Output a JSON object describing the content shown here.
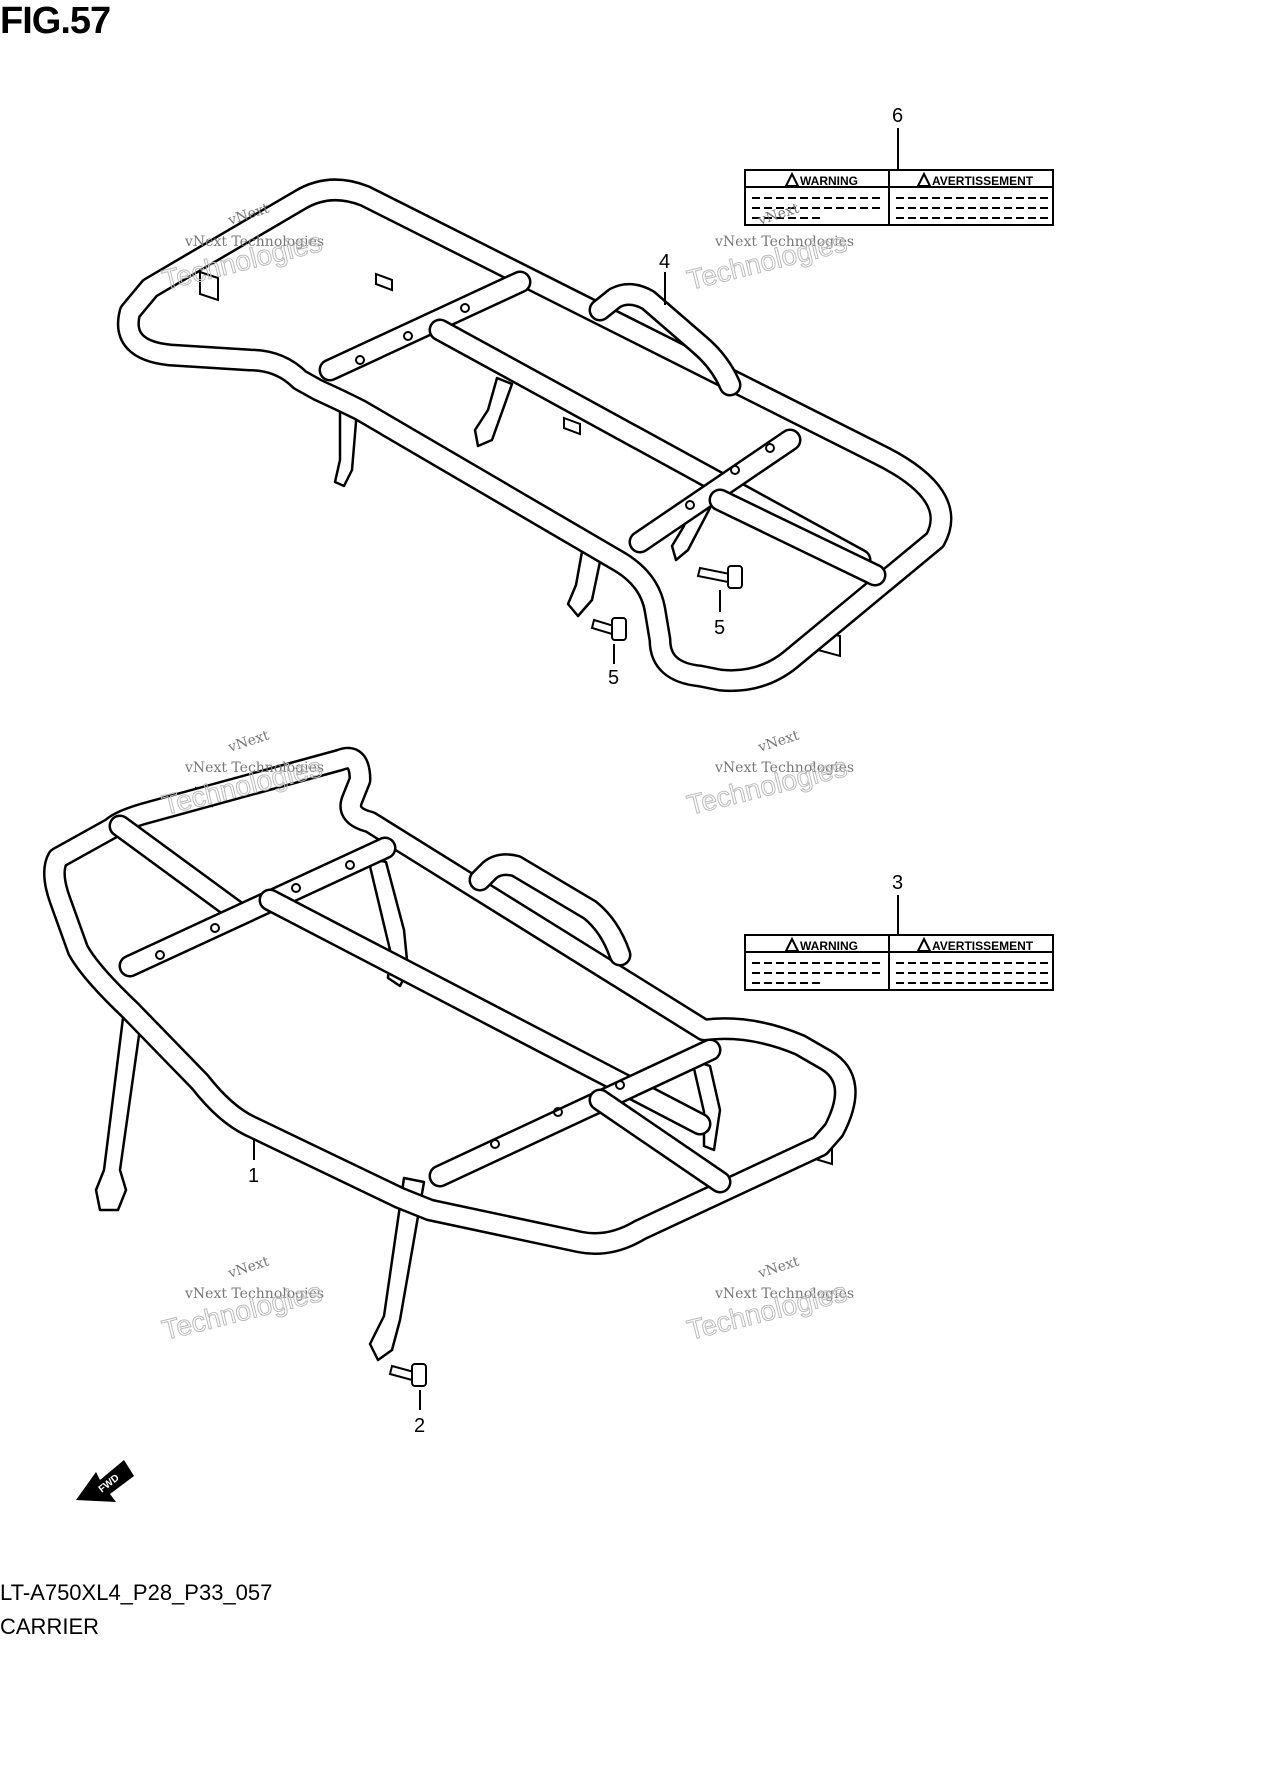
{
  "figure_title": "FIG.57",
  "model_code": "LT-A750XL4_P28_P33_057",
  "section_name": "CARRIER",
  "callouts": [
    "1",
    "2",
    "3",
    "4",
    "5",
    "5",
    "6"
  ],
  "warning_label": {
    "left": "WARNING",
    "right": "AVERTISSEMENT",
    "warning_icon": "warning-triangle-icon"
  },
  "watermark": {
    "line1": "vNext",
    "line2": "vNext Technologies",
    "line3": "Technologies"
  },
  "direction_arrow": "FWD",
  "colors": {
    "line": "#000000",
    "background": "#ffffff",
    "watermark": "#bbbbbb"
  }
}
